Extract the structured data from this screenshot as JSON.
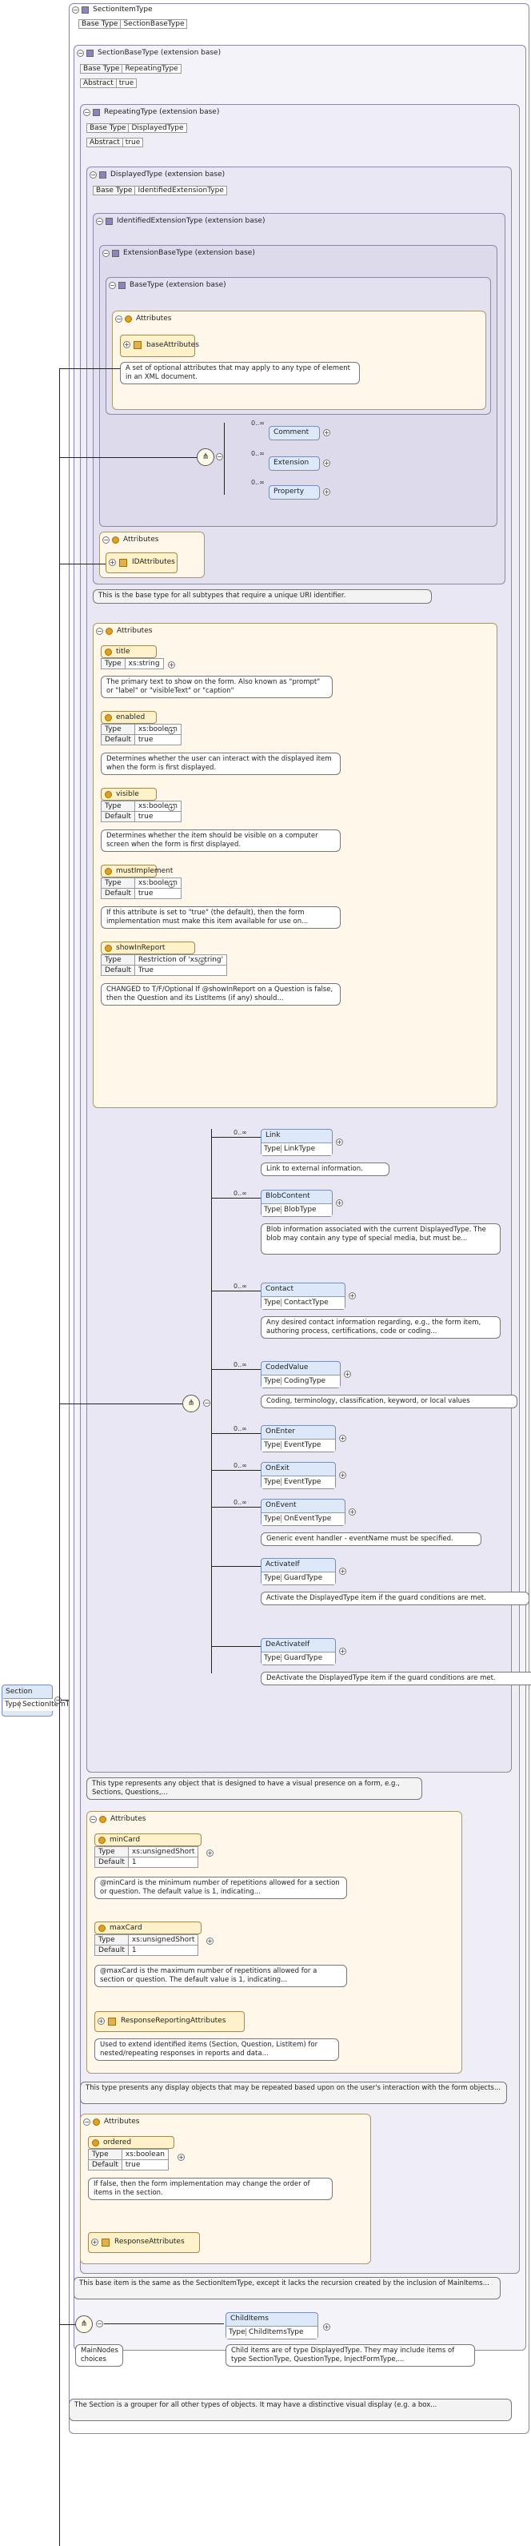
{
  "root": {
    "title": "SectionItemType",
    "base_type_key": "Base Type",
    "base_type_value": "SectionBaseType"
  },
  "section_base": {
    "title": "SectionBaseType (extension base)",
    "base_type_key": "Base Type",
    "base_type_value": "RepeatingType",
    "abstract_key": "Abstract",
    "abstract_value": "true"
  },
  "repeating": {
    "title": "RepeatingType (extension base)",
    "base_type_key": "Base Type",
    "base_type_value": "DisplayedType",
    "abstract_key": "Abstract",
    "abstract_value": "true"
  },
  "displayed": {
    "title": "DisplayedType (extension base)",
    "base_type_key": "Base Type",
    "base_type_value": "IdentifiedExtensionType"
  },
  "identified": {
    "title": "IdentifiedExtensionType (extension base)"
  },
  "extension_base": {
    "title": "ExtensionBaseType (extension base)"
  },
  "base_type": {
    "title": "BaseType (extension base)"
  },
  "attributes_label": "Attributes",
  "base_attributes": {
    "name": "baseAttributes",
    "doc": "A set of optional attributes that may apply to any type of element in an XML document."
  },
  "ext_choice": {
    "multiplicity": "0..∞",
    "items": [
      "Comment",
      "Extension",
      "Property"
    ]
  },
  "id_attributes": {
    "name": "IDAttributes"
  },
  "identified_doc": "This is the base type for all subtypes that require a unique URI identifier.",
  "displayed_attrs": [
    {
      "name": "title",
      "rows": [
        [
          "Type",
          "xs:string"
        ]
      ],
      "doc": "The primary text to show on the form. Also known as \"prompt\" or \"label\" or \"visibleText\" or \"caption\""
    },
    {
      "name": "enabled",
      "rows": [
        [
          "Type",
          "xs:boolean"
        ],
        [
          "Default",
          "true"
        ]
      ],
      "doc": "Determines whether the user can interact with the displayed item when the form is first displayed."
    },
    {
      "name": "visible",
      "rows": [
        [
          "Type",
          "xs:boolean"
        ],
        [
          "Default",
          "true"
        ]
      ],
      "doc": "Determines whether the item should be visible on a computer screen when the form is first displayed."
    },
    {
      "name": "mustImplement",
      "rows": [
        [
          "Type",
          "xs:boolean"
        ],
        [
          "Default",
          "true"
        ]
      ],
      "doc": "If this attribute is set to \"true\" (the default), then the form implementation must make this item available for use on..."
    },
    {
      "name": "showInReport",
      "rows": [
        [
          "Type",
          "Restriction of 'xs:string'"
        ],
        [
          "Default",
          "True"
        ]
      ],
      "doc": "CHANGED to T/F/Optional If @showInReport on a Question is false, then the Question and its ListItems (if any) should..."
    }
  ],
  "displayed_elements": [
    {
      "name": "Link",
      "mult": "0..∞",
      "type_key": "Type",
      "type": "LinkType",
      "doc": "Link to external information."
    },
    {
      "name": "BlobContent",
      "mult": "0..∞",
      "type_key": "Type",
      "type": "BlobType",
      "doc": "Blob information associated with the current DisplayedType. The blob may contain any type of special media, but must be..."
    },
    {
      "name": "Contact",
      "mult": "0..∞",
      "type_key": "Type",
      "type": "ContactType",
      "doc": "Any desired contact information regarding, e.g., the form item, authoring process, certifications, code or coding..."
    },
    {
      "name": "CodedValue",
      "mult": "0..∞",
      "type_key": "Type",
      "type": "CodingType",
      "doc": "Coding, terminology, classification, keyword, or local values"
    },
    {
      "name": "OnEnter",
      "mult": "0..∞",
      "type_key": "Type",
      "type": "EventType",
      "doc": ""
    },
    {
      "name": "OnExit",
      "mult": "0..∞",
      "type_key": "Type",
      "type": "EventType",
      "doc": ""
    },
    {
      "name": "OnEvent",
      "mult": "0..∞",
      "type_key": "Type",
      "type": "OnEventType",
      "doc": "Generic event handler - eventName must be specified."
    },
    {
      "name": "ActivateIf",
      "mult": "",
      "type_key": "Type",
      "type": "GuardType",
      "doc": "Activate the DisplayedType item if the guard conditions are met."
    },
    {
      "name": "DeActivateIf",
      "mult": "",
      "type_key": "Type",
      "type": "GuardType",
      "doc": "DeActivate the DisplayedType item if the guard conditions are met."
    }
  ],
  "displayed_doc": "This type represents any object that is designed to have a visual presence on a form, e.g., Sections, Questions,...",
  "repeating_attrs": [
    {
      "name": "minCard",
      "rows": [
        [
          "Type",
          "xs:unsignedShort"
        ],
        [
          "Default",
          "1"
        ]
      ],
      "doc": "@minCard is the minimum number of repetitions allowed for a section or question. The default value is 1, indicating..."
    },
    {
      "name": "maxCard",
      "rows": [
        [
          "Type",
          "xs:unsignedShort"
        ],
        [
          "Default",
          "1"
        ]
      ],
      "doc": "@maxCard is the maximum number of repetitions allowed for a section or question. The default value is 1, indicating..."
    }
  ],
  "response_reporting": {
    "name": "ResponseReportingAttributes",
    "doc": "Used to extend identified items (Section, Question, ListItem) for nested/repeating responses in reports and data..."
  },
  "repeating_doc": "This type presents any display objects that may be repeated based upon on the user's interaction with the form objects...",
  "ordered": {
    "name": "ordered",
    "rows": [
      [
        "Type",
        "xs:boolean"
      ],
      [
        "Default",
        "true"
      ]
    ],
    "doc": "If false, then the form implementation may change the order of items in the section."
  },
  "response_attributes": {
    "name": "ResponseAttributes"
  },
  "section_base_doc": "This base item is the same as the SectionItemType, except it lacks the recursion created by the inclusion of MainItems...",
  "child_items": {
    "name": "ChildItems",
    "type_key": "Type",
    "type": "ChildItemsType",
    "doc": "Child items are of type DisplayedType. They may include items of type SectionType, QuestionType, InjectFormType,..."
  },
  "main_nodes": "MainNodes choices",
  "section": {
    "name": "Section",
    "type_key": "Type",
    "type": "SectionItemType"
  },
  "section_doc": "The Section is a grouper for all other types of objects. It may have a distinctive visual display (e.g. a box..."
}
